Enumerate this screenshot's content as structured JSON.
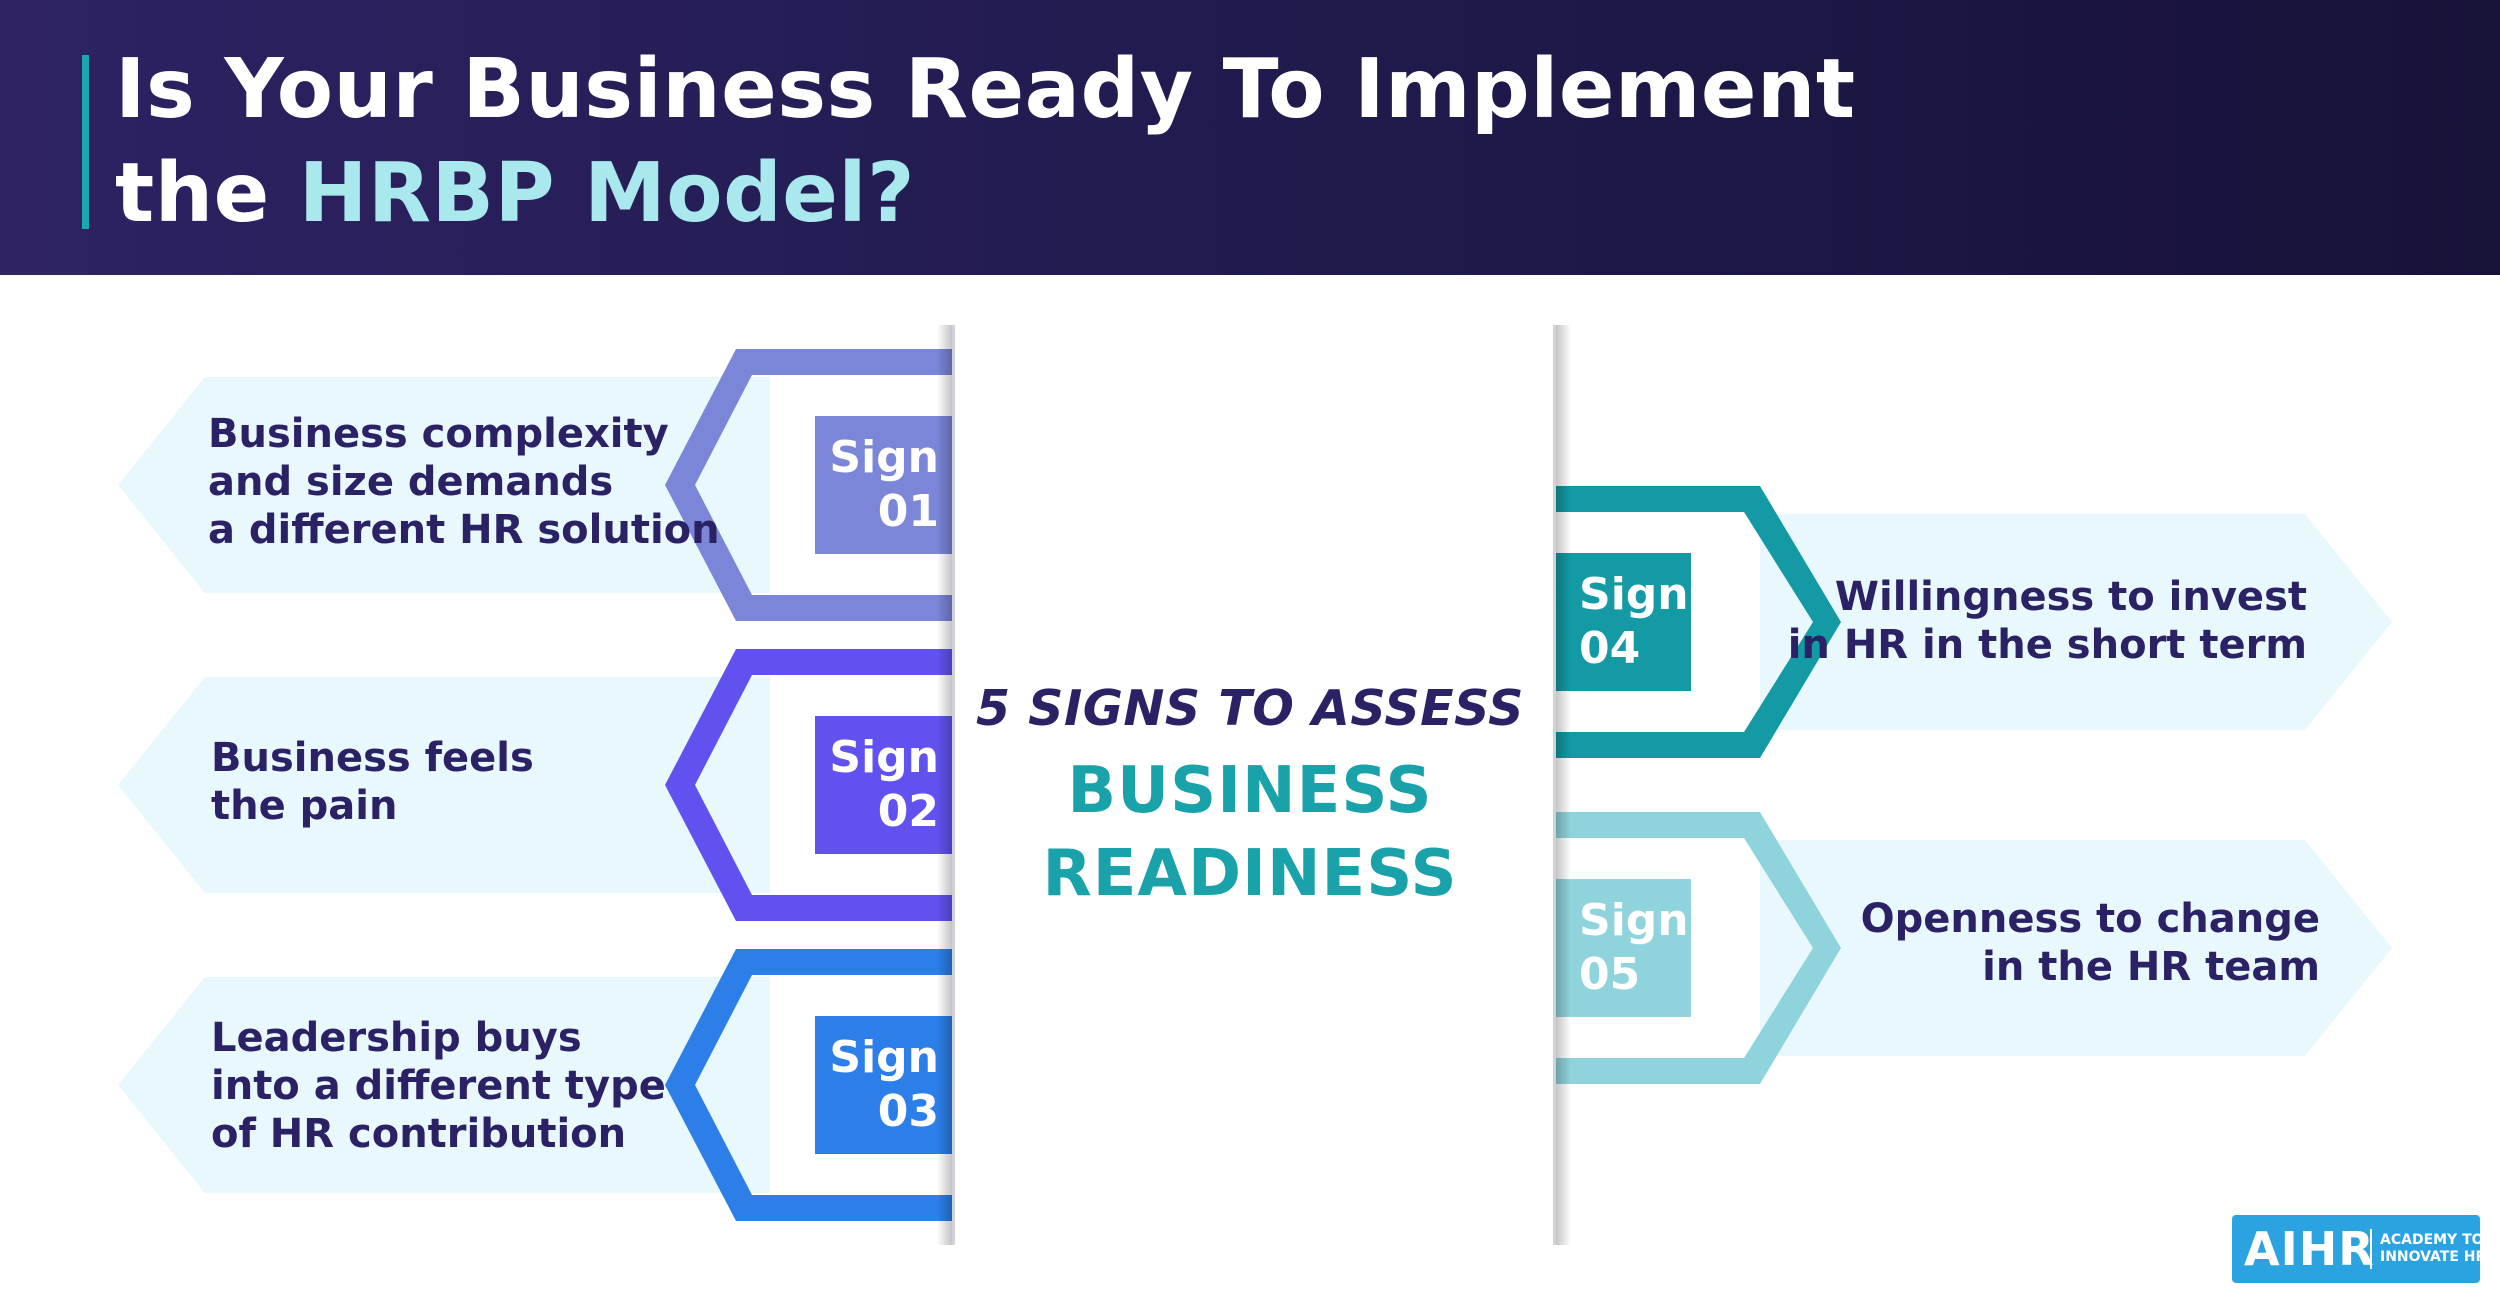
{
  "header": {
    "title_line1": "Is Your Business Ready To Implement",
    "title_line2_prefix": "the ",
    "title_line2_highlight": "HRBP Model?"
  },
  "center": {
    "subtitle": "5 SIGNS TO ASSESS",
    "title_line1": "BUSINESS",
    "title_line2": "READINESS"
  },
  "signs": [
    {
      "label": "Sign",
      "number": "01",
      "lines": [
        "Business complexity",
        "and size demands",
        "a different HR solution"
      ],
      "color": "#7b86d8"
    },
    {
      "label": "Sign",
      "number": "02",
      "lines": [
        "Business feels",
        "the pain"
      ],
      "color": "#6152f0"
    },
    {
      "label": "Sign",
      "number": "03",
      "lines": [
        "Leadership buys",
        "into a different type",
        "of HR contribution"
      ],
      "color": "#2c7ee8"
    },
    {
      "label": "Sign",
      "number": "04",
      "lines": [
        "Willingness to invest",
        "in HR in the short term"
      ],
      "color": "#139aa4"
    },
    {
      "label": "Sign",
      "number": "05",
      "lines": [
        "Openness to change",
        "in the HR team"
      ],
      "color": "#8fd3dc"
    }
  ],
  "colors": {
    "header_start": "#2e2263",
    "header_end": "#171238",
    "accent_bar": "#19a7b1",
    "highlight_text": "#a9e8ec",
    "card_fill": "#e9f8fc",
    "dark_text": "#2b2266",
    "teal_text": "#19a2aa",
    "logo_bg": "#2ba3e0"
  },
  "logo": {
    "main": "AIHR",
    "tag_line1": "ACADEMY TO",
    "tag_line2": "INNOVATE HR"
  }
}
